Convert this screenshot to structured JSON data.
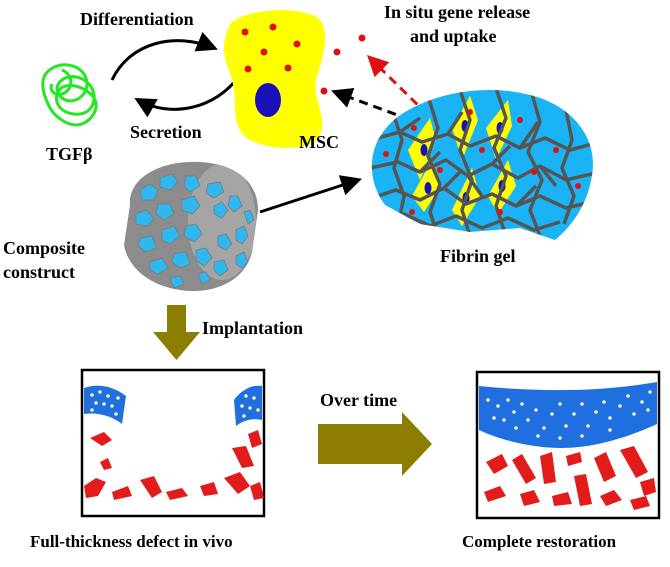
{
  "labels": {
    "differentiation": "Differentiation",
    "secretion": "Secretion",
    "tgf": "TGFβ",
    "msc": "MSC",
    "gene_release_line1": "In situ gene release",
    "gene_release_line2": "and uptake",
    "composite_line1": "Composite",
    "composite_line2": "construct",
    "fibrin": "Fibrin gel",
    "implantation": "Implantation",
    "over_time": "Over time",
    "defect": "Full-thickness defect in vivo",
    "restoration": "Complete restoration"
  },
  "colors": {
    "cell_yellow": "#ffff00",
    "nucleus_blue": "#1a12b8",
    "gel_blue": "#1ab3f5",
    "fiber_gray": "#555555",
    "gene_red": "#e01010",
    "tgf_green": "#22e822",
    "construct_gray": "#8c8c8c",
    "construct_pore": "#2fb8f0",
    "arrow_olive": "#8a7d00",
    "cartilage_blue": "#1f6fe0",
    "bone_red": "#e21b1b",
    "chondrocyte": "#f2eeb0"
  }
}
